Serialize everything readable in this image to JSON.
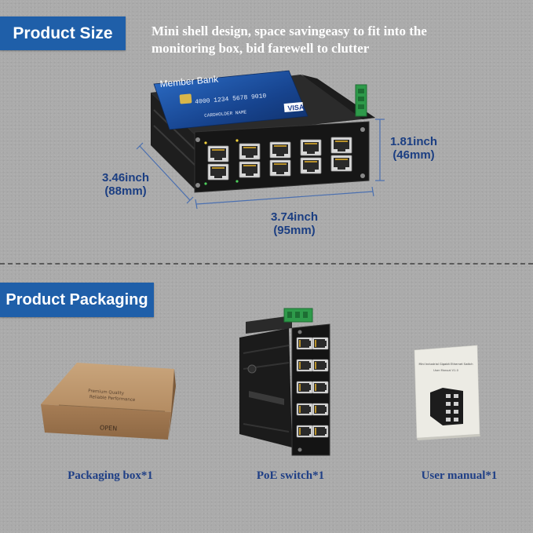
{
  "sections": {
    "size_label": "Product Size",
    "packaging_label": "Product Packaging"
  },
  "tagline": {
    "line1": "Mini shell design, space savingeasy to fit into the",
    "line2": "monitoring box, bid farewell to clutter"
  },
  "dimensions": {
    "height_in": "1.81inch",
    "height_mm": "(46mm)",
    "depth_in": "3.46inch",
    "depth_mm": "(88mm)",
    "width_in": "3.74inch",
    "width_mm": "(95mm)"
  },
  "card": {
    "bank": "Member Bank",
    "number": "4000 1234 5678 9010",
    "holder": "CARDHOLDER NAME",
    "brand": "VISA"
  },
  "box": {
    "print1": "Premium Quality",
    "print2": "Reliable Performance",
    "open_text": "OPEN"
  },
  "manual": {
    "title": "Mini Industrial Gigabit Ethernet Switch",
    "subtitle": "User Manual V1.0"
  },
  "captions": {
    "box": "Packaging box*1",
    "switch": "PoE switch*1",
    "manual": "User manual*1"
  },
  "colors": {
    "label_bg": "#1f5fa9",
    "dimension_text": "#1b3e82",
    "caption_text": "#1f3f86"
  }
}
